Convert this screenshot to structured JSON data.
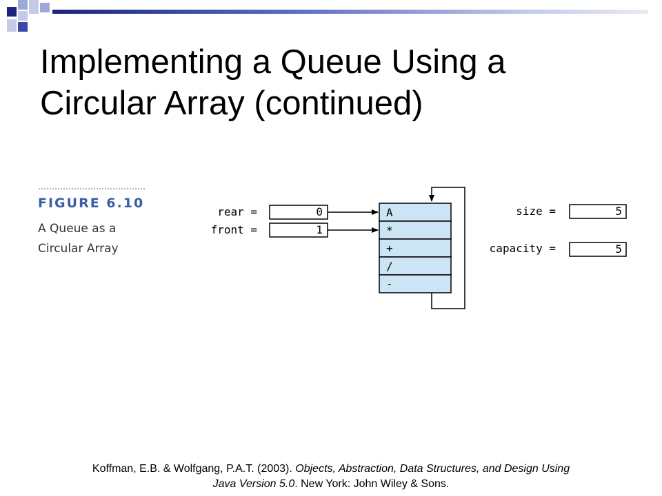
{
  "slide": {
    "title_line1": "Implementing a Queue Using a",
    "title_line2": "Circular Array (continued)",
    "colors": {
      "navy": "#1a237e",
      "periwinkle": "#9fa8da",
      "array_fill": "#cce5f4",
      "figure_blue": "#3a5fa0"
    }
  },
  "figure": {
    "number": "FIGURE 6.10",
    "caption_line1": "A Queue as a",
    "caption_line2": "Circular Array",
    "rear_label": "rear =",
    "rear_value": "0",
    "front_label": "front =",
    "front_value": "1",
    "array_cells": [
      "A",
      "*",
      "+",
      "/",
      "-"
    ],
    "size_label": "size =",
    "size_value": "5",
    "capacity_label": "capacity =",
    "capacity_value": "5"
  },
  "citation": {
    "line1_plain": "Koffman, E.B. & Wolfgang, P.A.T. (2003). ",
    "line1_italic": "Objects, Abstraction, Data Structures, and Design Using",
    "line2_italic": "Java Version 5.0",
    "line2_plain": ". New York: John Wiley & Sons."
  }
}
